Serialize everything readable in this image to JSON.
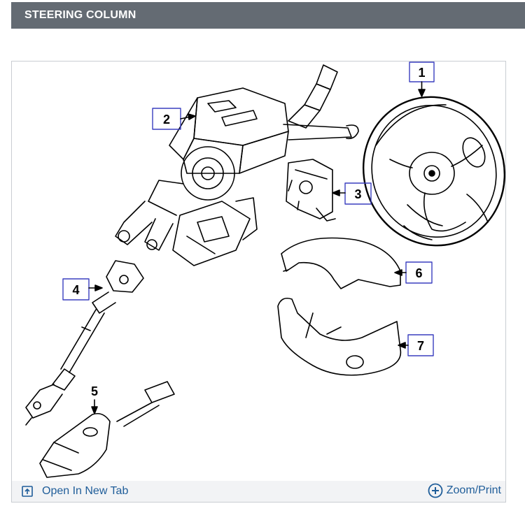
{
  "header": {
    "title": "STEERING COLUMN"
  },
  "diagram": {
    "callouts": [
      {
        "id": "c1",
        "label": "1"
      },
      {
        "id": "c2",
        "label": "2"
      },
      {
        "id": "c3",
        "label": "3"
      },
      {
        "id": "c4",
        "label": "4"
      },
      {
        "id": "c5",
        "label": "5"
      },
      {
        "id": "c6",
        "label": "6"
      },
      {
        "id": "c7",
        "label": "7"
      }
    ]
  },
  "footer": {
    "open_tab_label": "Open In New Tab",
    "open_tab_icon": "open-in-new-tab-icon",
    "zoom_label": "Zoom/Print",
    "zoom_icon": "zoom-plus-icon"
  },
  "colors": {
    "header_bg": "#646b73",
    "link": "#1f5d99",
    "callout_box": "#3a3fbf"
  }
}
